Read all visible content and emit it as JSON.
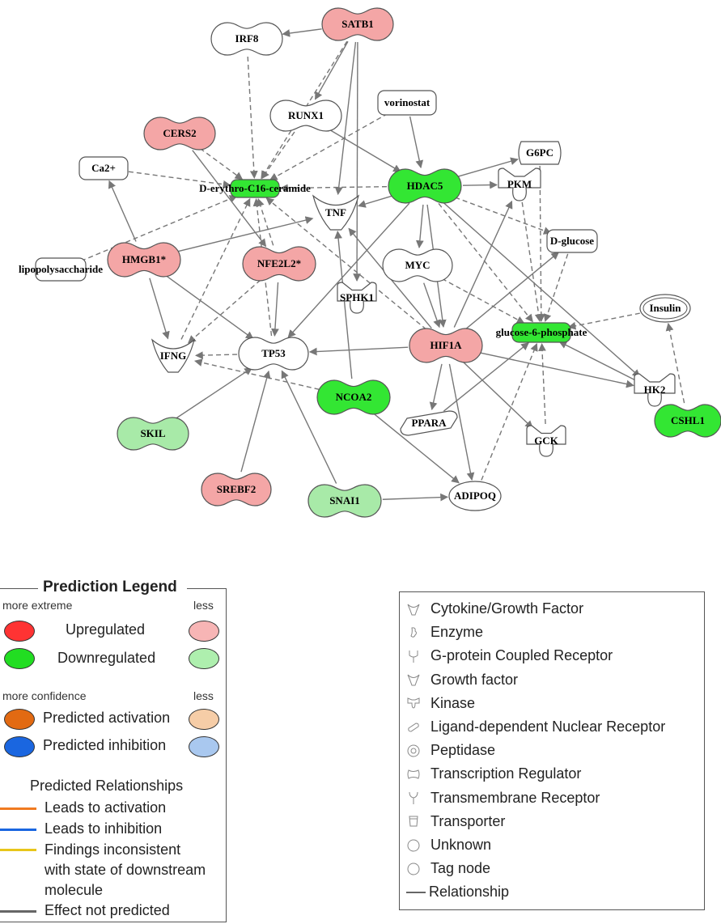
{
  "network": {
    "nodes": [
      {
        "id": "SATB1",
        "label": "SATB1",
        "shape": "transcription-regulator",
        "status": "upregulated"
      },
      {
        "id": "IRF8",
        "label": "IRF8",
        "shape": "transcription-regulator",
        "status": "none"
      },
      {
        "id": "RUNX1",
        "label": "RUNX1",
        "shape": "transcription-regulator",
        "status": "none"
      },
      {
        "id": "vorinostat",
        "label": "vorinostat",
        "shape": "chemical",
        "status": "none"
      },
      {
        "id": "CERS2",
        "label": "CERS2",
        "shape": "transcription-regulator",
        "status": "upregulated"
      },
      {
        "id": "Ca2",
        "label": "Ca2+",
        "shape": "chemical",
        "status": "none"
      },
      {
        "id": "ceramide",
        "label": "D-erythro-C16-ceramide",
        "shape": "chemical",
        "status": "downregulated-strong"
      },
      {
        "id": "HDAC5",
        "label": "HDAC5",
        "shape": "transcription-regulator",
        "status": "downregulated-strong"
      },
      {
        "id": "G6PC",
        "label": "G6PC",
        "shape": "phosphatase",
        "status": "none"
      },
      {
        "id": "PKM",
        "label": "PKM",
        "shape": "kinase",
        "status": "none"
      },
      {
        "id": "TNF",
        "label": "TNF",
        "shape": "cytokine",
        "status": "none"
      },
      {
        "id": "Dglucose",
        "label": "D-glucose",
        "shape": "chemical",
        "status": "none"
      },
      {
        "id": "lps",
        "label": "lipopolysaccharide",
        "shape": "chemical",
        "status": "none"
      },
      {
        "id": "HMGB1",
        "label": "HMGB1*",
        "shape": "transcription-regulator",
        "status": "upregulated"
      },
      {
        "id": "NFE2L2",
        "label": "NFE2L2*",
        "shape": "transcription-regulator",
        "status": "upregulated"
      },
      {
        "id": "MYC",
        "label": "MYC",
        "shape": "transcription-regulator",
        "status": "none"
      },
      {
        "id": "SPHK1",
        "label": "SPHK1",
        "shape": "kinase",
        "status": "none"
      },
      {
        "id": "Insulin",
        "label": "Insulin",
        "shape": "other",
        "status": "none"
      },
      {
        "id": "g6p",
        "label": "glucose-6-phosphate",
        "shape": "chemical",
        "status": "downregulated-strong"
      },
      {
        "id": "IFNG",
        "label": "IFNG",
        "shape": "cytokine",
        "status": "none"
      },
      {
        "id": "TP53",
        "label": "TP53",
        "shape": "transcription-regulator",
        "status": "none"
      },
      {
        "id": "HIF1A",
        "label": "HIF1A",
        "shape": "transcription-regulator",
        "status": "upregulated"
      },
      {
        "id": "HK2",
        "label": "HK2",
        "shape": "kinase",
        "status": "none"
      },
      {
        "id": "NCOA2",
        "label": "NCOA2",
        "shape": "transcription-regulator",
        "status": "downregulated-strong"
      },
      {
        "id": "CSHL1",
        "label": "CSHL1",
        "shape": "transcription-regulator",
        "status": "downregulated-strong"
      },
      {
        "id": "SKIL",
        "label": "SKIL",
        "shape": "transcription-regulator",
        "status": "downregulated"
      },
      {
        "id": "PPARA",
        "label": "PPARA",
        "shape": "nuclear-receptor",
        "status": "none"
      },
      {
        "id": "GCK",
        "label": "GCK",
        "shape": "kinase",
        "status": "none"
      },
      {
        "id": "SREBF2",
        "label": "SREBF2",
        "shape": "transcription-regulator",
        "status": "upregulated"
      },
      {
        "id": "SNAI1",
        "label": "SNAI1",
        "shape": "transcription-regulator",
        "status": "downregulated"
      },
      {
        "id": "ADIPOQ",
        "label": "ADIPOQ",
        "shape": "other",
        "status": "none"
      }
    ],
    "edges": [
      {
        "from": "SATB1",
        "to": "IRF8",
        "style": "solid"
      },
      {
        "from": "SATB1",
        "to": "RUNX1",
        "style": "solid"
      },
      {
        "from": "SATB1",
        "to": "TNF",
        "style": "solid"
      },
      {
        "from": "SATB1",
        "to": "ceramide",
        "style": "dashed"
      },
      {
        "from": "SATB1",
        "to": "SPHK1",
        "style": "solid"
      },
      {
        "from": "IRF8",
        "to": "ceramide",
        "style": "dashed"
      },
      {
        "from": "RUNX1",
        "to": "ceramide",
        "style": "dashed"
      },
      {
        "from": "RUNX1",
        "to": "HDAC5",
        "style": "solid"
      },
      {
        "from": "vorinostat",
        "to": "ceramide",
        "style": "dashed"
      },
      {
        "from": "vorinostat",
        "to": "HDAC5",
        "style": "solid"
      },
      {
        "from": "CERS2",
        "to": "ceramide",
        "style": "dashed"
      },
      {
        "from": "CERS2",
        "to": "NFE2L2",
        "style": "solid"
      },
      {
        "from": "Ca2",
        "to": "ceramide",
        "style": "dashed"
      },
      {
        "from": "HDAC5",
        "to": "G6PC",
        "style": "solid"
      },
      {
        "from": "HDAC5",
        "to": "PKM",
        "style": "solid"
      },
      {
        "from": "HDAC5",
        "to": "TNF",
        "style": "solid"
      },
      {
        "from": "HDAC5",
        "to": "ceramide",
        "style": "dashed"
      },
      {
        "from": "HDAC5",
        "to": "Dglucose",
        "style": "dashed"
      },
      {
        "from": "HDAC5",
        "to": "MYC",
        "style": "solid"
      },
      {
        "from": "HDAC5",
        "to": "TP53",
        "style": "solid"
      },
      {
        "from": "HDAC5",
        "to": "g6p",
        "style": "dashed"
      },
      {
        "from": "HDAC5",
        "to": "HK2",
        "style": "solid"
      },
      {
        "from": "HDAC5",
        "to": "HIF1A",
        "style": "solid"
      },
      {
        "from": "G6PC",
        "to": "g6p",
        "style": "dashed"
      },
      {
        "from": "PKM",
        "to": "g6p",
        "style": "dashed"
      },
      {
        "from": "lps",
        "to": "ceramide",
        "style": "dashed"
      },
      {
        "from": "HMGB1",
        "to": "Ca2",
        "style": "solid"
      },
      {
        "from": "HMGB1",
        "to": "TNF",
        "style": "solid"
      },
      {
        "from": "HMGB1",
        "to": "IFNG",
        "style": "solid"
      },
      {
        "from": "HMGB1",
        "to": "TP53",
        "style": "solid"
      },
      {
        "from": "NFE2L2",
        "to": "ceramide",
        "style": "dashed"
      },
      {
        "from": "NFE2L2",
        "to": "TP53",
        "style": "solid"
      },
      {
        "from": "NFE2L2",
        "to": "IFNG",
        "style": "dashed"
      },
      {
        "from": "MYC",
        "to": "g6p",
        "style": "dashed"
      },
      {
        "from": "MYC",
        "to": "HIF1A",
        "style": "solid"
      },
      {
        "from": "Dglucose",
        "to": "g6p",
        "style": "dashed"
      },
      {
        "from": "Insulin",
        "to": "g6p",
        "style": "dashed"
      },
      {
        "from": "IFNG",
        "to": "ceramide",
        "style": "dashed"
      },
      {
        "from": "TP53",
        "to": "ceramide",
        "style": "dashed"
      },
      {
        "from": "TP53",
        "to": "IFNG",
        "style": "dashed"
      },
      {
        "from": "HIF1A",
        "to": "TP53",
        "style": "solid"
      },
      {
        "from": "HIF1A",
        "to": "PKM",
        "style": "solid"
      },
      {
        "from": "HIF1A",
        "to": "Dglucose",
        "style": "solid"
      },
      {
        "from": "HIF1A",
        "to": "PPARA",
        "style": "solid"
      },
      {
        "from": "HIF1A",
        "to": "GCK",
        "style": "solid"
      },
      {
        "from": "HIF1A",
        "to": "HK2",
        "style": "solid"
      },
      {
        "from": "HIF1A",
        "to": "ADIPOQ",
        "style": "solid"
      },
      {
        "from": "HIF1A",
        "to": "ceramide",
        "style": "dashed"
      },
      {
        "from": "HIF1A",
        "to": "TNF",
        "style": "solid"
      },
      {
        "from": "HK2",
        "to": "g6p",
        "style": "solid"
      },
      {
        "from": "NCOA2",
        "to": "TNF",
        "style": "solid"
      },
      {
        "from": "NCOA2",
        "to": "ADIPOQ",
        "style": "solid"
      },
      {
        "from": "NCOA2",
        "to": "IFNG",
        "style": "dashed"
      },
      {
        "from": "CSHL1",
        "to": "Insulin",
        "style": "dashed"
      },
      {
        "from": "SKIL",
        "to": "TP53",
        "style": "solid"
      },
      {
        "from": "SREBF2",
        "to": "TP53",
        "style": "solid"
      },
      {
        "from": "SNAI1",
        "to": "ADIPOQ",
        "style": "solid"
      },
      {
        "from": "SNAI1",
        "to": "TP53",
        "style": "solid"
      },
      {
        "from": "PPARA",
        "to": "g6p",
        "style": "solid"
      },
      {
        "from": "GCK",
        "to": "g6p",
        "style": "dashed"
      },
      {
        "from": "ADIPOQ",
        "to": "g6p",
        "style": "dashed"
      }
    ],
    "colors": {
      "upregulated": "#f4a6a6",
      "downregulated-strong": "#33e633",
      "downregulated": "#a8eaa8",
      "none": "#ffffff",
      "edge": "#777777"
    }
  },
  "prediction_legend": {
    "title": "Prediction Legend",
    "more_extreme": "more extreme",
    "less": "less",
    "upregulated": "Upregulated",
    "downregulated": "Downregulated",
    "more_confidence": "more confidence",
    "less2": "less",
    "predicted_activation": "Predicted activation",
    "predicted_inhibition": "Predicted inhibition",
    "relationships_title": "Predicted Relationships",
    "leads_activation": "Leads to activation",
    "leads_inhibition": "Leads to inhibition",
    "findings_1": "Findings inconsistent",
    "findings_2": "with state of downstream",
    "findings_3": "molecule",
    "effect_not_predicted": "Effect not predicted",
    "colors": {
      "up_strong": "#ff3333",
      "up_light": "#f7b5b5",
      "down_strong": "#22dd22",
      "down_light": "#aeefae",
      "act_strong": "#e26a12",
      "act_light": "#f6cda7",
      "inh_strong": "#1a66e0",
      "inh_light": "#a9c8ef",
      "line_activation": "#f07a20",
      "line_inhibition": "#1a66e0",
      "line_inconsistent": "#e8c61a",
      "line_not_predicted": "#666666"
    }
  },
  "symbol_legend": {
    "items": [
      {
        "icon": "cytokine-icon",
        "label": "Cytokine/Growth Factor"
      },
      {
        "icon": "enzyme-icon",
        "label": "Enzyme"
      },
      {
        "icon": "gpcr-icon",
        "label": "G-protein Coupled Receptor"
      },
      {
        "icon": "growth-factor-icon",
        "label": "Growth factor"
      },
      {
        "icon": "kinase-icon",
        "label": "Kinase"
      },
      {
        "icon": "nuclear-receptor-icon",
        "label": "Ligand-dependent Nuclear Receptor"
      },
      {
        "icon": "peptidase-icon",
        "label": "Peptidase"
      },
      {
        "icon": "transcription-regulator-icon",
        "label": "Transcription Regulator"
      },
      {
        "icon": "transmembrane-receptor-icon",
        "label": "Transmembrane Receptor"
      },
      {
        "icon": "transporter-icon",
        "label": "Transporter"
      },
      {
        "icon": "unknown-icon",
        "label": "Unknown"
      },
      {
        "icon": "tag-node-icon",
        "label": "Tag node"
      },
      {
        "icon": "relationship-line-icon",
        "label": "Relationship"
      }
    ]
  }
}
